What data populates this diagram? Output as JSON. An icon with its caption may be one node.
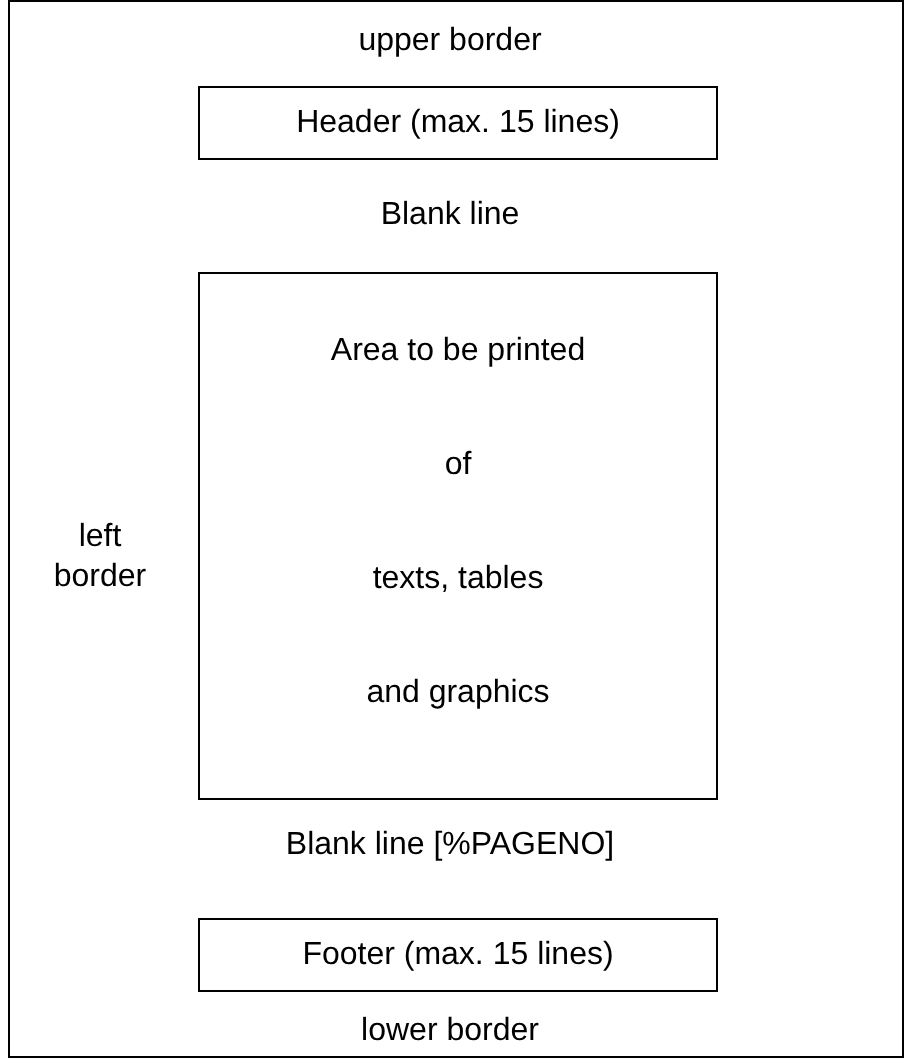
{
  "diagram": {
    "nodes": [
      {
        "text": [],
        "shape": "box"
      },
      {
        "text": [
          "Header (max. 15 lines)"
        ],
        "in": 0
      },
      {
        "text": [
          "Area to be printed",
          "of",
          "texts, tables",
          "and graphics"
        ],
        "in": 0
      },
      {
        "text": [
          "Footer (max. 15 lines)"
        ],
        "in": 0
      }
    ],
    "labels": [
      "upper border",
      "Blank line",
      "left border",
      "Blank line [%PAGENO]",
      "lower border"
    ]
  }
}
